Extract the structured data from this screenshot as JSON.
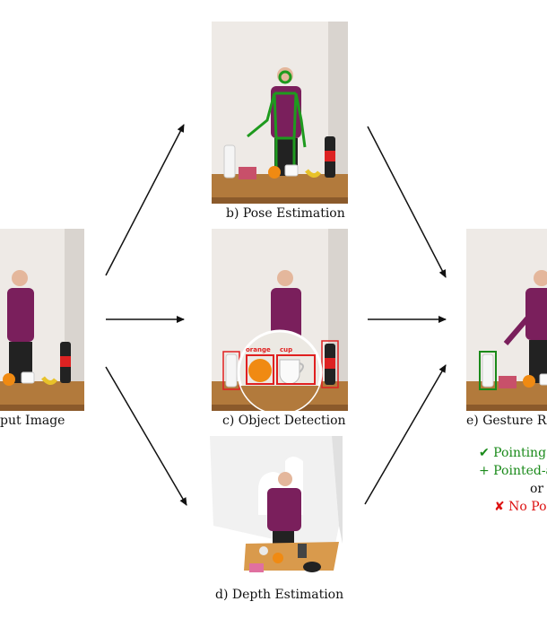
{
  "captions": {
    "input": "put Image",
    "pose": "b) Pose Estimation",
    "object": "c) Object Detection",
    "depth": "d) Depth Estimation",
    "gesture": "e) Gesture Re"
  },
  "result": {
    "pointing": "✔ Pointing",
    "pointed_at": "+ Pointed-a",
    "or": "or",
    "no_pointing": "✘ No Poi"
  },
  "detection_labels": {
    "orange": "orange",
    "cup": "cup"
  },
  "colors": {
    "positive": "#1a8a1a",
    "negative": "#dd1111",
    "detection": "#e02020",
    "skeleton": "#1e9a1e",
    "arrow": "#111111"
  }
}
